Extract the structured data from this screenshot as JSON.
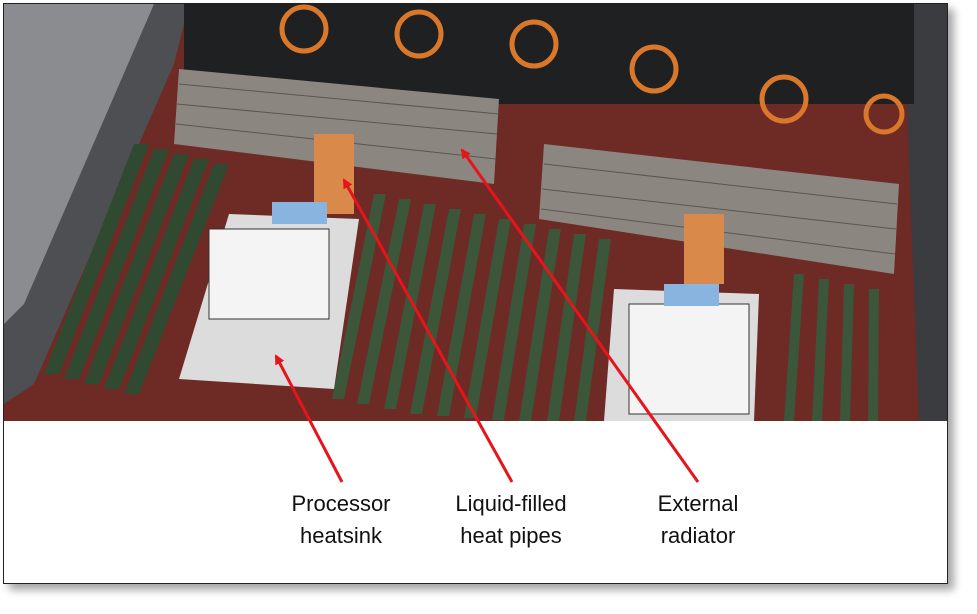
{
  "figure": {
    "callouts": [
      {
        "line1": "Processor",
        "line2": "heatsink"
      },
      {
        "line1": "Liquid-filled",
        "line2": "heat pipes"
      },
      {
        "line1": "External",
        "line2": "radiator"
      }
    ],
    "arrow_color": "#e8141b"
  }
}
